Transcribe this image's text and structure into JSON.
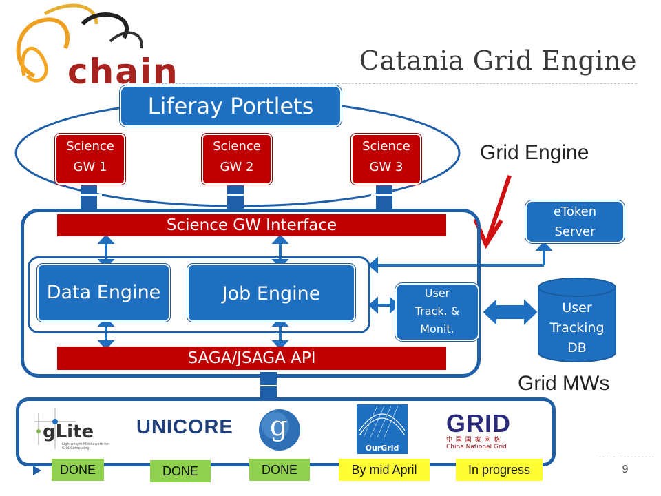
{
  "title": "Catania Grid Engine",
  "logo_text": "chain",
  "page_number": "9",
  "portlets_label": "Liferay Portlets",
  "science_gateways": [
    {
      "line1": "Science",
      "line2": "GW 1"
    },
    {
      "line1": "Science",
      "line2": "GW 2"
    },
    {
      "line1": "Science",
      "line2": "GW 3"
    }
  ],
  "grid_engine_label": "Grid Engine",
  "science_gw_interface": "Science GW Interface",
  "data_engine": "Data Engine",
  "job_engine": "Job Engine",
  "user_track": {
    "line1": "User",
    "line2": "Track. &",
    "line3": "Monit."
  },
  "saga_api": "SAGA/JSAGA API",
  "etoken": {
    "line1": "eToken",
    "line2": "Server"
  },
  "user_db": {
    "line1": "User",
    "line2": "Tracking",
    "line3": "DB"
  },
  "grid_mws_label": "Grid MWs",
  "middlewares": [
    {
      "name": "gLite",
      "tagline": "Lightweight Middleware for Grid Computing",
      "status": "DONE"
    },
    {
      "name": "UNICORE",
      "status": "DONE"
    },
    {
      "name": "g",
      "status": "DONE"
    },
    {
      "name": "OurGrid",
      "status": "By mid April"
    },
    {
      "name": "GRID",
      "subtitle": "中 国 国 家 网 格",
      "subtitle2": "China National Grid",
      "status": "In progress"
    }
  ],
  "colors": {
    "blue": "#1e6fbf",
    "red": "#c00000",
    "green": "#8fd14f",
    "yellow": "#ffff33",
    "frame": "#1e5fa8"
  }
}
